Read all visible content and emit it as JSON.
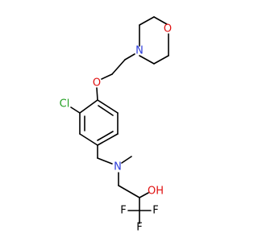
{
  "colors": {
    "bond": "#000000",
    "nitrogen": "#2b3bd9",
    "oxygen": "#e01010",
    "chlorine": "#22a022"
  },
  "labels": {
    "morpholine_o": "O",
    "morpholine_n": "N",
    "ether_o": "O",
    "chloro": "Cl",
    "amine_n": "N",
    "hydroxyl": "OH",
    "fluoro_top": "F",
    "fluoro_left": "F",
    "fluoro_right": "F"
  }
}
